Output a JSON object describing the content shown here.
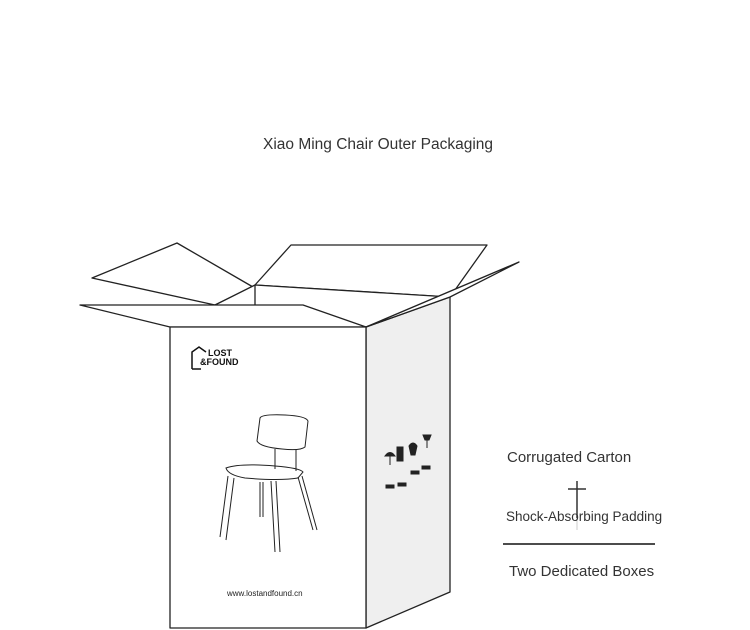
{
  "title": "Xiao Ming Chair Outer Packaging",
  "box": {
    "brand_line1": "LOST",
    "brand_line2": "&FOUND",
    "website": "www.lostandfound.cn",
    "side_face_color": "#efefef"
  },
  "labels": {
    "corrugated_carton": "Corrugated Carton",
    "shock_absorbing_padding": "Shock-Absorbing Padding",
    "two_dedicated_boxes": "Two Dedicated Boxes"
  }
}
